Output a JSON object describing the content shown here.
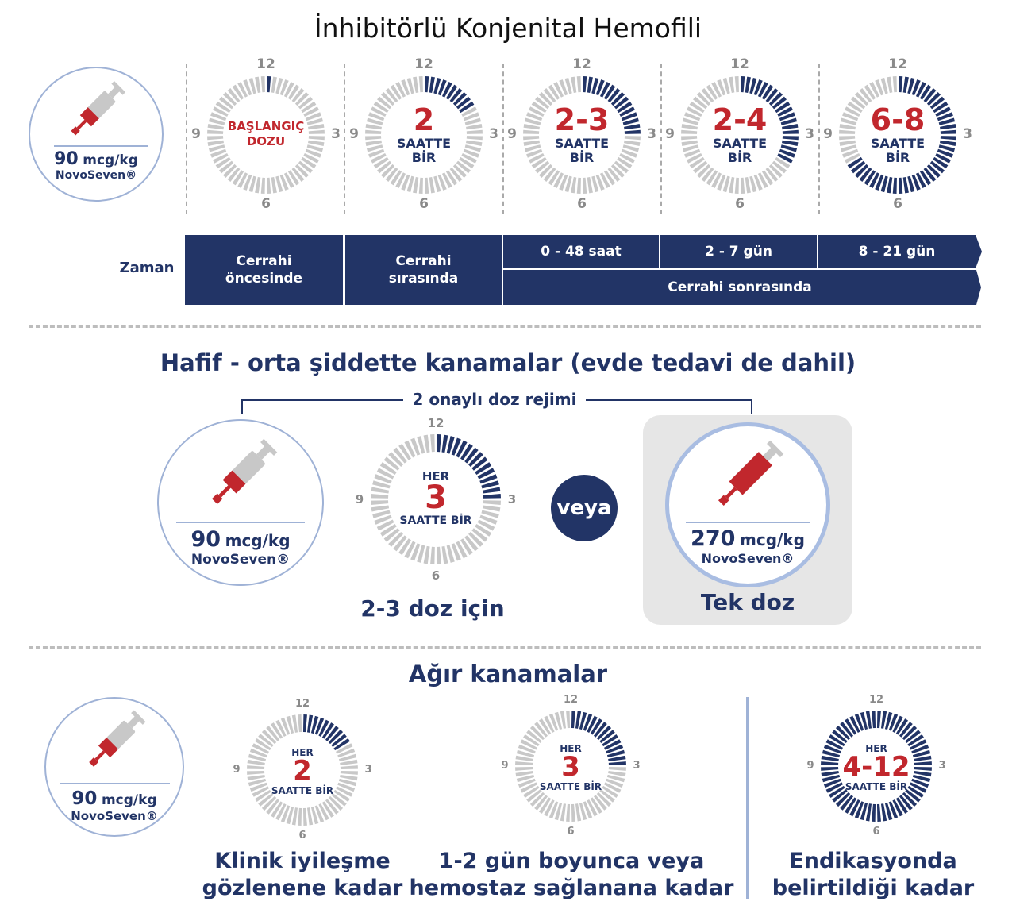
{
  "title": "İnhibitörlü Konjenital Hemofili",
  "colors": {
    "navy": "#223466",
    "red": "#c1272d",
    "gray": "#c8c8c8",
    "light_blue": "#9fb2d6"
  },
  "icons": [
    "syringe-icon"
  ],
  "surgery": {
    "dose": {
      "amount": "90",
      "unit": "mcg/kg",
      "product": "NovoSeven®"
    },
    "clocks": [
      {
        "labels": [
          "12",
          "3",
          "6",
          "9"
        ],
        "filled_fraction": 0.02,
        "center": [
          "BAŞLANGIÇ",
          "DOZU"
        ]
      },
      {
        "labels": [
          "12",
          "3",
          "6",
          "9"
        ],
        "filled_fraction": 0.16,
        "center_big": "2",
        "center": [
          "SAATTE",
          "BİR"
        ]
      },
      {
        "labels": [
          "12",
          "3",
          "6",
          "9"
        ],
        "filled_fraction": 0.25,
        "center_big": "2-3",
        "center": [
          "SAATTE",
          "BİR"
        ]
      },
      {
        "labels": [
          "12",
          "3",
          "6",
          "9"
        ],
        "filled_fraction": 0.33,
        "center_big": "2-4",
        "center": [
          "SAATTE",
          "BİR"
        ]
      },
      {
        "labels": [
          "12",
          "3",
          "6",
          "9"
        ],
        "filled_fraction": 0.66,
        "center_big": "6-8",
        "center": [
          "SAATTE",
          "BİR"
        ]
      }
    ],
    "timeline": {
      "label": "Zaman",
      "pre": "Cerrahi öncesinde",
      "during": "Cerrahi sırasında",
      "post_periods": [
        "0 - 48 saat",
        "2 - 7 gün",
        "8 - 21 gün"
      ],
      "post": "Cerrahi sonrasında"
    }
  },
  "mild": {
    "title": "Hafif - orta şiddette kanamalar (evde tedavi de dahil)",
    "regimen": "2 onaylı doz rejimi",
    "dose1": {
      "amount": "90",
      "unit": "mcg/kg",
      "product": "NovoSeven®"
    },
    "clock": {
      "labels": [
        "12",
        "3",
        "6",
        "9"
      ],
      "filled_fraction": 0.25,
      "top": "HER",
      "big": "3",
      "bottom": "SAATTE BİR"
    },
    "caption1": "2-3 doz için",
    "or": "veya",
    "dose2": {
      "amount": "270",
      "unit": "mcg/kg",
      "product": "NovoSeven®"
    },
    "caption2": "Tek doz"
  },
  "severe": {
    "title": "Ağır kanamalar",
    "dose": {
      "amount": "90",
      "unit": "mcg/kg",
      "product": "NovoSeven®"
    },
    "clocks": [
      {
        "labels": [
          "12",
          "3",
          "6",
          "9"
        ],
        "filled_fraction": 0.16,
        "top": "HER",
        "big": "2",
        "bottom": "SAATTE BİR",
        "caption": [
          "Klinik iyileşme",
          "gözlenene kadar"
        ]
      },
      {
        "labels": [
          "12",
          "3",
          "6",
          "9"
        ],
        "filled_fraction": 0.25,
        "top": "HER",
        "big": "3",
        "bottom": "SAATTE BİR",
        "caption": [
          "1-2 gün boyunca veya",
          "hemostaz sağlanana kadar"
        ]
      },
      {
        "labels": [
          "12",
          "3",
          "6",
          "9"
        ],
        "filled_fraction": 1.0,
        "top": "HER",
        "big": "4-12",
        "bottom": "SAATTE BİR",
        "caption": [
          "Endikasyonda",
          "belirtildiği kadar"
        ]
      }
    ]
  }
}
